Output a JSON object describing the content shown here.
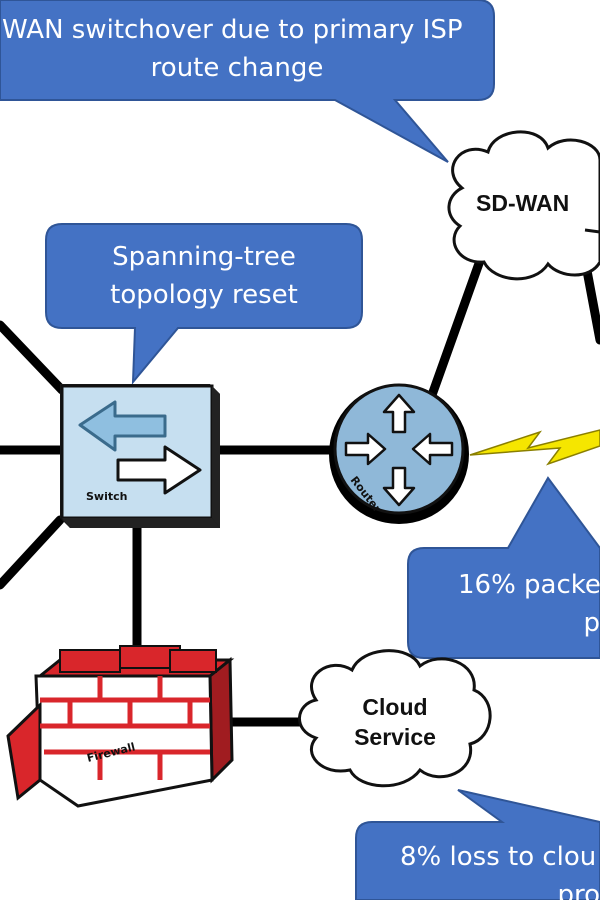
{
  "callouts": {
    "sdwan": {
      "line1": "WAN switchover due to primary ISP",
      "line2": "route change"
    },
    "switch": {
      "line1": "Spanning-tree",
      "line2": "topology reset"
    },
    "router": {
      "line1": "16% packe",
      "line2": "p"
    },
    "cloud": {
      "line1": "8% loss to clou",
      "line2": "pro"
    }
  },
  "nodes": {
    "sdwan_cloud": {
      "label": "SD-WAN"
    },
    "switch": {
      "label": "Switch"
    },
    "router": {
      "label": "Router"
    },
    "firewall": {
      "label": "Firewall"
    },
    "cloud_service": {
      "line1": "Cloud",
      "line2": "Service"
    }
  },
  "colors": {
    "callout": "#4472c4",
    "callout_border": "#2f5597",
    "switch_face": "#c6dff0",
    "router_face": "#8fb8d8",
    "firewall_brick": "#d9262b",
    "lightning": "#f5e600"
  }
}
